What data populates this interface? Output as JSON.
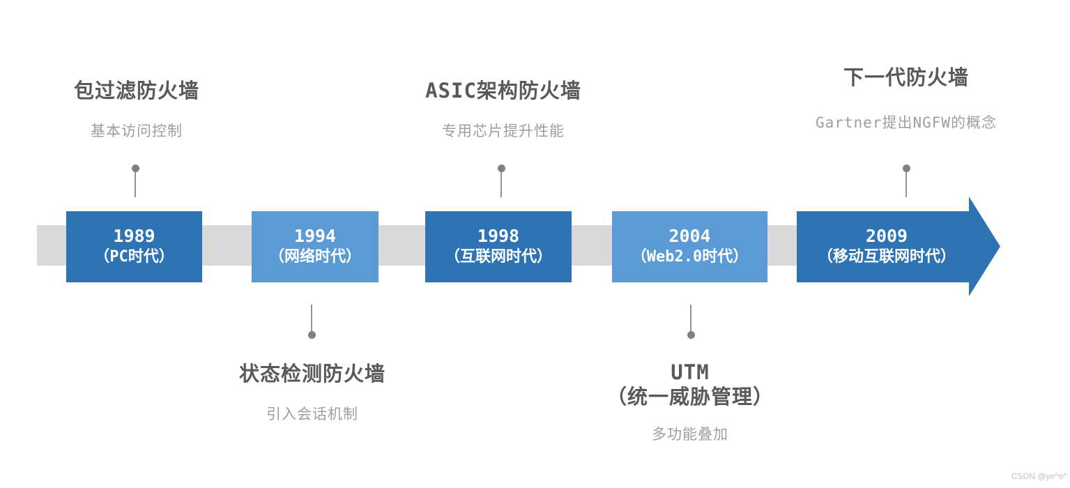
{
  "colors": {
    "dark_blue": "#2e74b5",
    "light_blue": "#5b9bd5",
    "band_gray": "#d9d9d9",
    "title_gray": "#595959",
    "subtitle_gray": "#9e9e9e",
    "connector_gray": "#808080",
    "watermark_gray": "#bfc2c9"
  },
  "top_annotations": [
    {
      "title": "包过滤防火墙",
      "subtitle": "基本访问控制"
    },
    {
      "title": "ASIC架构防火墙",
      "subtitle": "专用芯片提升性能"
    },
    {
      "title": "下一代防火墙",
      "subtitle": "Gartner提出NGFW的概念"
    }
  ],
  "bottom_annotations": [
    {
      "title": "状态检测防火墙",
      "subtitle": "引入会话机制"
    },
    {
      "title_line1": "UTM",
      "title_line2": "（统一威胁管理）",
      "subtitle": "多功能叠加"
    }
  ],
  "milestones": [
    {
      "year": "1989",
      "era": "（PC时代）"
    },
    {
      "year": "1994",
      "era": "（网络时代）"
    },
    {
      "year": "1998",
      "era": "（互联网时代）"
    },
    {
      "year": "2004",
      "era": "（Web2.0时代）"
    },
    {
      "year": "2009",
      "era": "（移动互联网时代）"
    }
  ],
  "watermark": "CSDN @ye^o^"
}
